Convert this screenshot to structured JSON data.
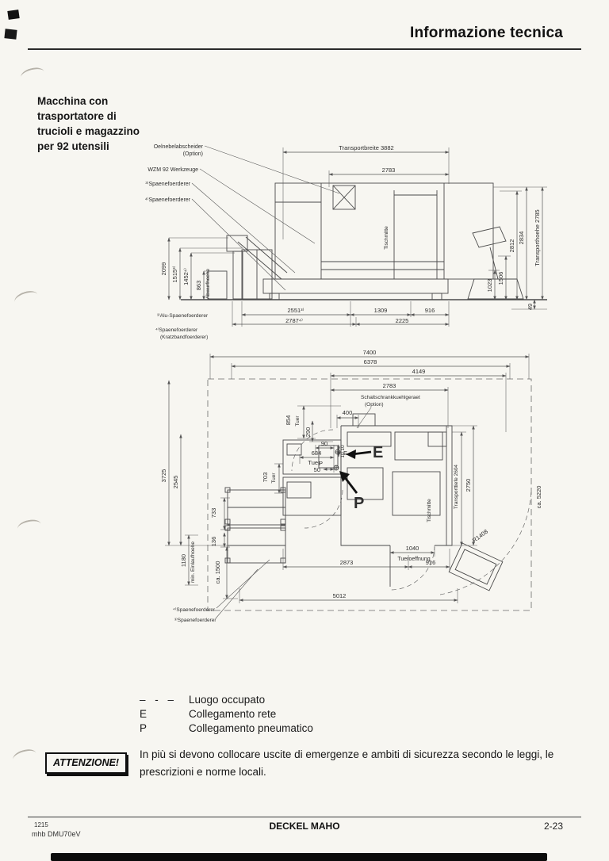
{
  "header": {
    "title": "Informazione tecnica"
  },
  "sidebar": {
    "section_title": "Macchina con trasportatore di trucioli e magazzino per 92 utensili"
  },
  "side_view": {
    "labels": {
      "oelnebel_l1": "Oelnebelabscheider",
      "oelnebel_l2": "(Option)",
      "wzm": "WZM 92 Werkzeuge",
      "sp3": "³⁾Spaenefoerderer",
      "sp4": "⁴⁾Spaenefoerderer",
      "tischmitte": "Tischmitte",
      "abwurfhoehe": "Abwurfhoehe",
      "fn3": "³⁾Alu-Spaenefoerderer",
      "fn4_l1": "⁴⁾Spaenefoerderer",
      "fn4_l2": "(Kratzbandfoerderer)"
    },
    "dims": {
      "transportbreite": "Transportbreite 3882",
      "w2783": "2783",
      "h2099": "2099",
      "h1515": "1515³⁾",
      "h1452": "1452⁴⁾",
      "h863": "863",
      "h1023": "1023",
      "h1506": "1506",
      "h2812": "2812",
      "h2834": "2834",
      "transporthoehe": "Transporthoehe 2785",
      "h49": "49",
      "b2551": "2551³⁾",
      "b1309": "1309",
      "b916": "916",
      "b2787": "2787⁴⁾",
      "b2225": "2225"
    }
  },
  "top_view": {
    "labels": {
      "schalt_l1": "Schaltschrankkuehlgeraet",
      "schalt_l2": "(Option)",
      "tischmitte": "Tischmitte",
      "tuer": "Tuer",
      "tueroeffnung": "Tueroeffnung",
      "einlauf": "min. Einlaufhoehe",
      "e_small": "E",
      "p_small": "P",
      "e_big": "E",
      "p_big": "P",
      "r1408": "R1408",
      "fn4": "⁴⁾Spaenefoerderer",
      "fn3": "³⁾Spaenefoerderer"
    },
    "dims": {
      "w7400": "7400",
      "w6378": "6378",
      "w4149": "4149",
      "w2783": "2783",
      "w400": "400",
      "w90": "90",
      "w684": "684",
      "w50": "50",
      "w1040": "1040",
      "w2873": "2873",
      "w916": "916",
      "w5012": "5012",
      "h854": "854",
      "h290": "290",
      "t10": "10",
      "h703": "703",
      "h733": "733",
      "h136": "136",
      "h1180": "1180",
      "ca1500": "ca. 1500",
      "h3725": "3725",
      "h2545": "2545",
      "transporttiefe": "Transporttiefe 2604",
      "h2750": "2750",
      "ca5220": "ca. 5220"
    }
  },
  "legend": {
    "rows": [
      {
        "symbol": "– - –",
        "label": "Luogo occupato"
      },
      {
        "symbol": "E",
        "label": "Collegamento rete"
      },
      {
        "symbol": "P",
        "label": "Collegamento pneumatico"
      }
    ]
  },
  "attention": {
    "box_label": "ATTENZIONE!",
    "text": "In più si devono collocare uscite di emergenze e ambiti di sicurezza secondo le leggi, le prescrizioni e norme locali."
  },
  "footer": {
    "doc_number": "1215",
    "doc_code": "mhb DMU70eV",
    "brand": "DECKEL MAHO",
    "page_number": "2-23"
  }
}
